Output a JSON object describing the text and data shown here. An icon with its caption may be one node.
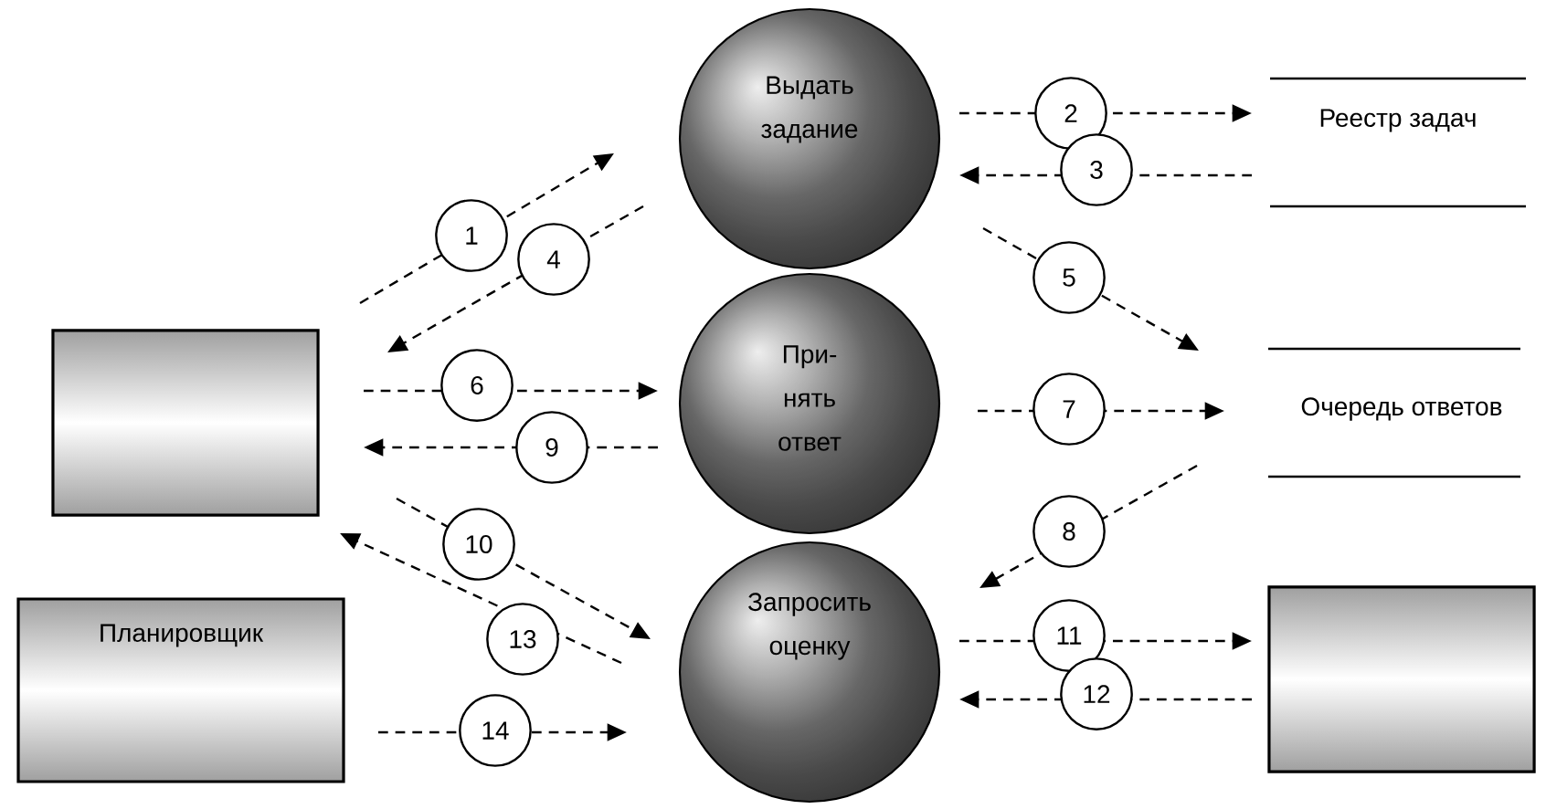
{
  "diagram": {
    "nodes": [
      {
        "text": [],
        "shape": "box"
      },
      {
        "text": [
          "Планировщик"
        ]
      },
      {
        "text": [
          "Выдать задание"
        ]
      },
      {
        "text": [
          "При- нять ответ"
        ]
      },
      {
        "text": [
          "Запросить оценку"
        ]
      },
      {
        "text": [
          "Реестр задач"
        ]
      },
      {
        "text": [
          "Очередь ответов"
        ]
      },
      {
        "text": [],
        "shape": "box"
      }
    ],
    "edges": [
      {
        "from": 0,
        "to": 2,
        "arrow": "to",
        "label": "1"
      },
      {
        "from": 2,
        "to": 5,
        "arrow": "to",
        "label": "2"
      },
      {
        "from": 5,
        "to": 2,
        "arrow": "to",
        "label": "3"
      },
      {
        "from": 2,
        "to": 0,
        "arrow": "to",
        "label": "4"
      },
      {
        "from": 2,
        "to": 6,
        "arrow": "to",
        "label": "5"
      },
      {
        "from": 0,
        "to": 3,
        "arrow": "to",
        "label": "6"
      },
      {
        "from": 3,
        "to": 6,
        "arrow": "to",
        "label": "7"
      },
      {
        "from": 6,
        "to": 4,
        "arrow": "to",
        "label": "8"
      },
      {
        "from": 3,
        "to": 0,
        "arrow": "to",
        "label": "9"
      },
      {
        "from": 0,
        "to": 4,
        "arrow": "to",
        "label": "10"
      },
      {
        "from": 4,
        "to": 7,
        "arrow": "to",
        "label": "11"
      },
      {
        "from": 7,
        "to": 4,
        "arrow": "to",
        "label": "12"
      },
      {
        "from": 4,
        "to": 0,
        "arrow": "to",
        "label": "13"
      },
      {
        "from": 1,
        "to": 4,
        "arrow": "to",
        "label": "14"
      }
    ]
  }
}
